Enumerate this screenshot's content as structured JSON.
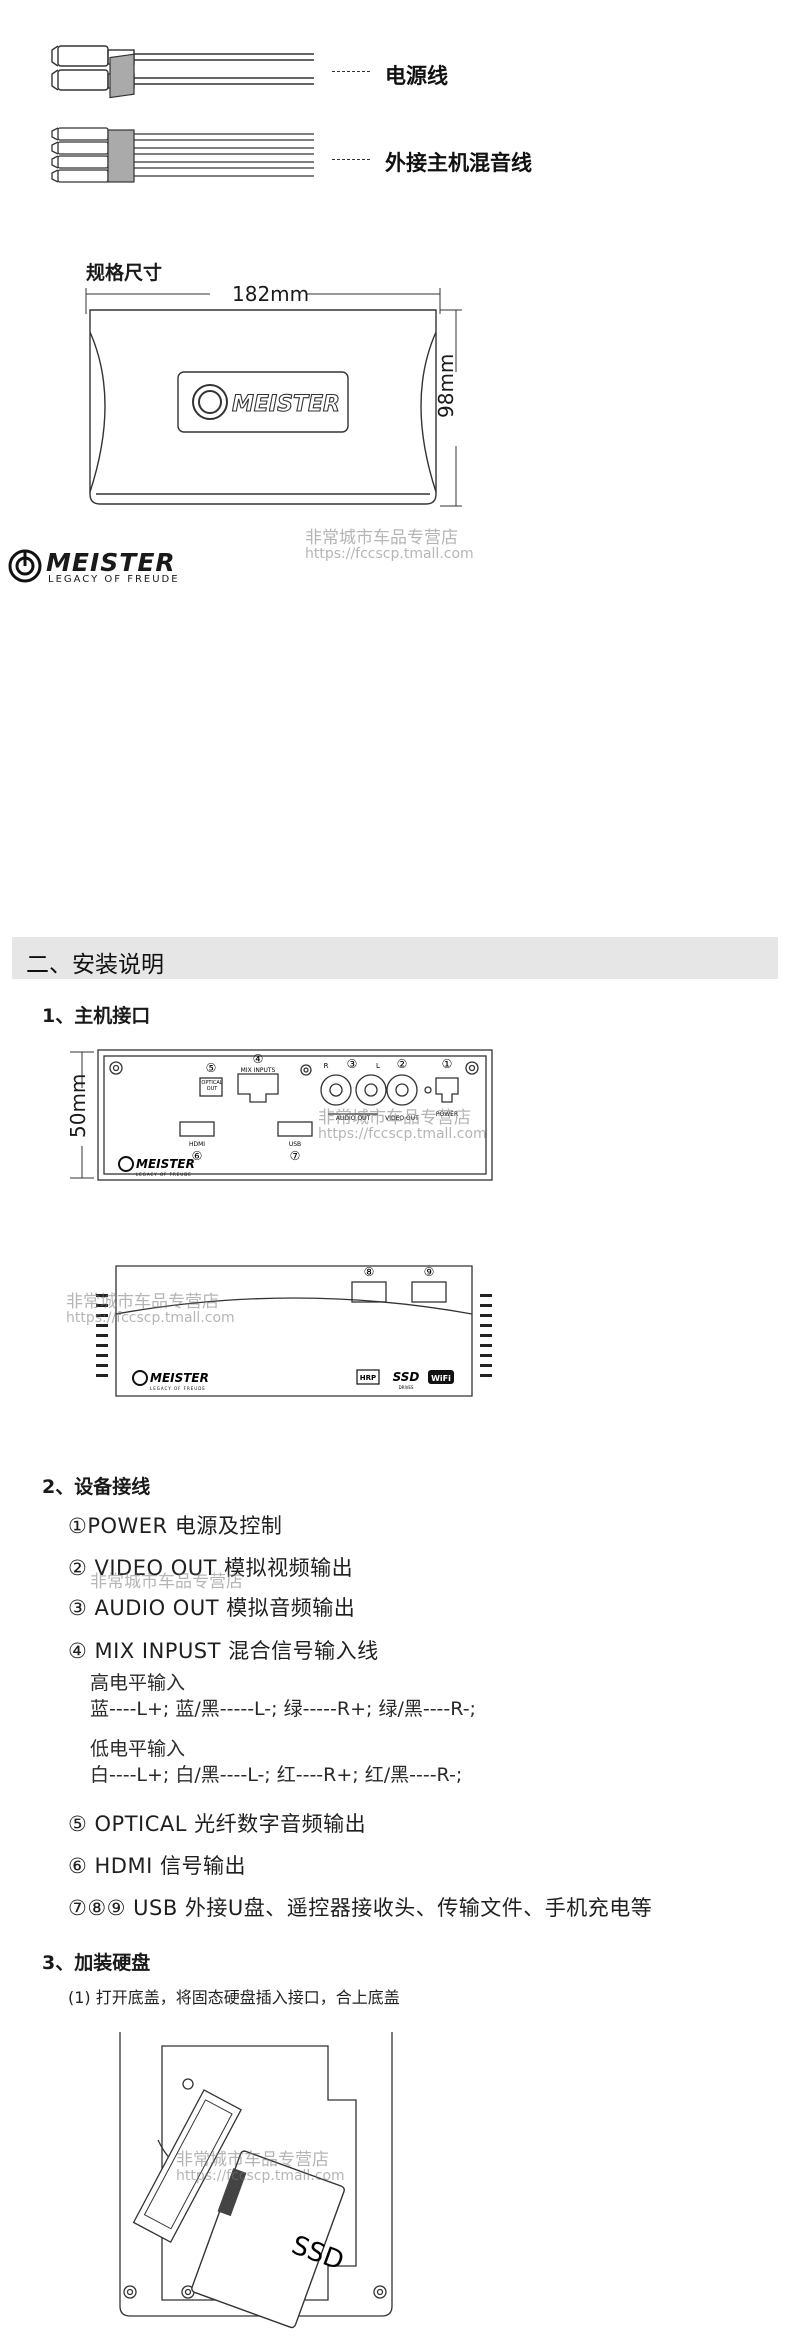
{
  "cables": {
    "power_label": "电源线",
    "mix_label": "外接主机混音线"
  },
  "dimensions": {
    "title": "规格尺寸",
    "width": "182mm",
    "height": "98mm",
    "depth": "50mm"
  },
  "brand": {
    "name": "MEISTER",
    "tagline": "LEGACY OF FREUDE"
  },
  "watermark": {
    "shop": "非常城市车品专营店",
    "url": "https://fccscp.tmall.com"
  },
  "section": {
    "title": "二、安装说明"
  },
  "ports": {
    "heading": "1、主机接口",
    "front_labels": {
      "optical": "OPTICAL",
      "optical_out": "OUT",
      "mix": "MIX INPUTS",
      "hdmi": "HDMI",
      "usb": "USB",
      "r": "R",
      "l": "L",
      "audio_out": "AUDIO OUT",
      "video_out": "VIDEO OUT",
      "power": "POWER",
      "n1": "①",
      "n2": "②",
      "n3": "③",
      "n4": "④",
      "n5": "⑤",
      "n6": "⑥",
      "n7": "⑦",
      "n8": "⑧",
      "n9": "⑨"
    },
    "badges": {
      "hrp": "HRP",
      "ssd": "SSD",
      "drives": "DRIVES",
      "wifi": "WiFi"
    }
  },
  "wiring": {
    "heading": "2、设备接线",
    "items": [
      "①POWER 电源及控制",
      "② VIDEO OUT 模拟视频输出",
      "③ AUDIO OUT 模拟音频输出",
      "④ MIX INPUST 混合信号输入线"
    ],
    "high_title": "高电平输入",
    "high_detail": "蓝----L+;  蓝/黑-----L-;  绿-----R+;  绿/黑----R-;",
    "low_title": "低电平输入",
    "low_detail": "白----L+;  白/黑----L-;  红----R+;  红/黑----R-;",
    "items2": [
      "⑤ OPTICAL 光纤数字音频输出",
      "⑥ HDMI 信号输出",
      "⑦⑧⑨ USB 外接U盘、遥控器接收头、传输文件、手机充电等"
    ]
  },
  "drive": {
    "heading": "3、加装硬盘",
    "step": "(1)  打开底盖，将固态硬盘插入接口，合上底盖",
    "ssd_label": "SSD"
  }
}
